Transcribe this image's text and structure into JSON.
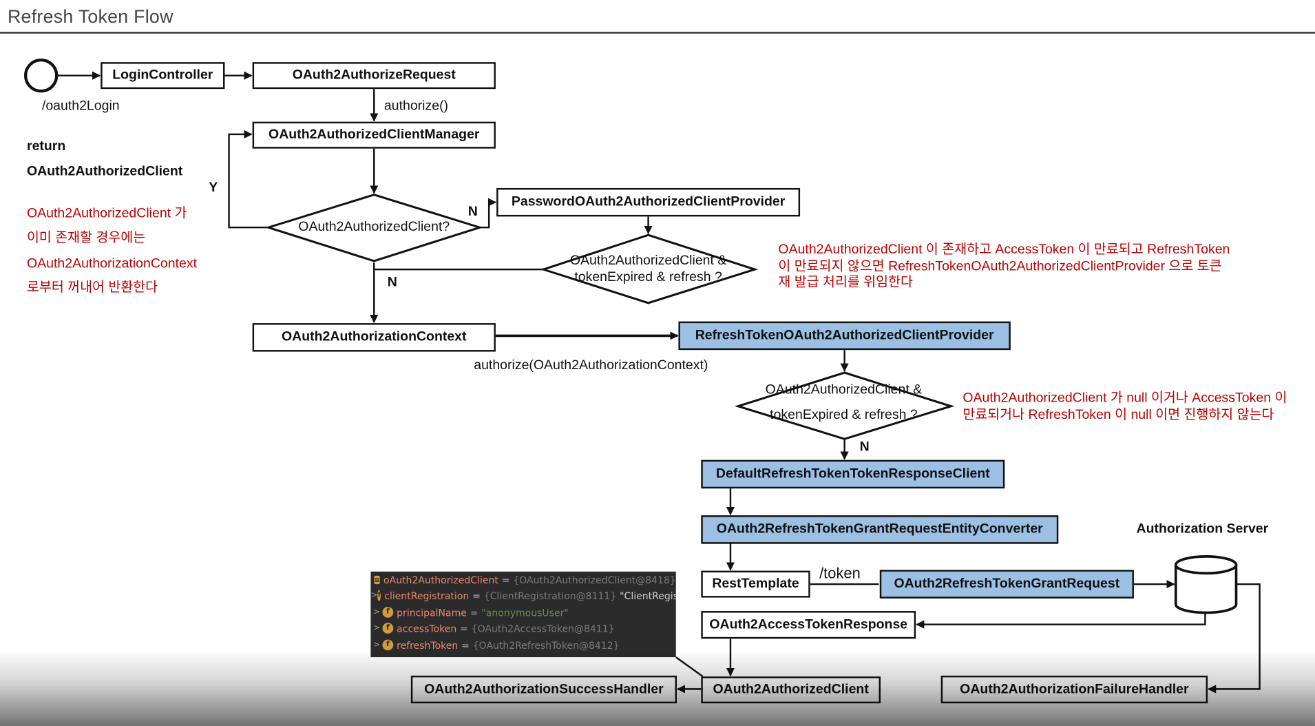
{
  "header": {
    "title": "Refresh Token Flow"
  },
  "nodes": {
    "login_controller": "LoginController",
    "authorize_request": "OAuth2AuthorizeRequest",
    "client_manager": "OAuth2AuthorizedClientManager",
    "password_provider": "PasswordOAuth2AuthorizedClientProvider",
    "authorization_context": "OAuth2AuthorizationContext",
    "refresh_provider": "RefreshTokenOAuth2AuthorizedClientProvider",
    "default_response_client": "DefaultRefreshTokenTokenResponseClient",
    "entity_converter": "OAuth2RefreshTokenGrantRequestEntityConverter",
    "rest_template": "RestTemplate",
    "grant_request": "OAuth2RefreshTokenGrantRequest",
    "token_response": "OAuth2AccessTokenResponse",
    "authorized_client": "OAuth2AuthorizedClient",
    "success_handler": "OAuth2AuthorizationSuccessHandler",
    "failure_handler": "OAuth2AuthorizationFailureHandler",
    "authorization_server": "Authorization Server"
  },
  "decisions": {
    "d1": "OAuth2AuthorizedClient?",
    "d2_line1": "OAuth2AuthorizedClient &",
    "d2_line2": "tokenExpired & refresh ?",
    "d3_line1": "OAuth2AuthorizedClient &",
    "d3_line2": "tokenExpired & refresh ?"
  },
  "labels": {
    "oauth2_login": "/oauth2Login",
    "authorize": "authorize()",
    "authorize_ctx": "authorize(OAuth2AuthorizationContext)",
    "token_path": "/token",
    "y": "Y",
    "n": "N",
    "return_1": "return",
    "return_2": "OAuth2AuthorizedClient"
  },
  "notes": {
    "left": [
      "OAuth2AuthorizedClient 가",
      "이미 존재할 경우에는",
      "OAuth2AuthorizationContext",
      "로부터 꺼내어 반환한다"
    ],
    "right_top": [
      "OAuth2AuthorizedClient 이 존재하고 AccessToken 이 만료되고 RefreshToken",
      "이 만료되지 않으면 RefreshTokenOAuth2AuthorizedClientProvider 으로 토큰",
      "재 발급 처리를 위임한다"
    ],
    "right_mid": [
      "OAuth2AuthorizedClient 가 null 이거나 AccessToken 이",
      "만료되거나 RefreshToken 이 null 이면 진행하지 않는다"
    ]
  },
  "debug_panel": {
    "rows": [
      {
        "name": "oAuth2AuthorizedClient",
        "value": "{OAuth2AuthorizedClient@8418}",
        "extra": ""
      },
      {
        "name": "clientRegistration",
        "value": "{ClientRegistration@8111}",
        "extra": "\"ClientRegistr"
      },
      {
        "name": "principalName",
        "value": "\"anonymousUser\"",
        "extra": ""
      },
      {
        "name": "accessToken",
        "value": "{OAuth2AccessToken@8411}",
        "extra": ""
      },
      {
        "name": "refreshToken",
        "value": "{OAuth2RefreshToken@8412}",
        "extra": ""
      }
    ]
  },
  "colors": {
    "highlight_box": "#9cbfe4",
    "note_text": "#c00000",
    "line": "#111111"
  }
}
